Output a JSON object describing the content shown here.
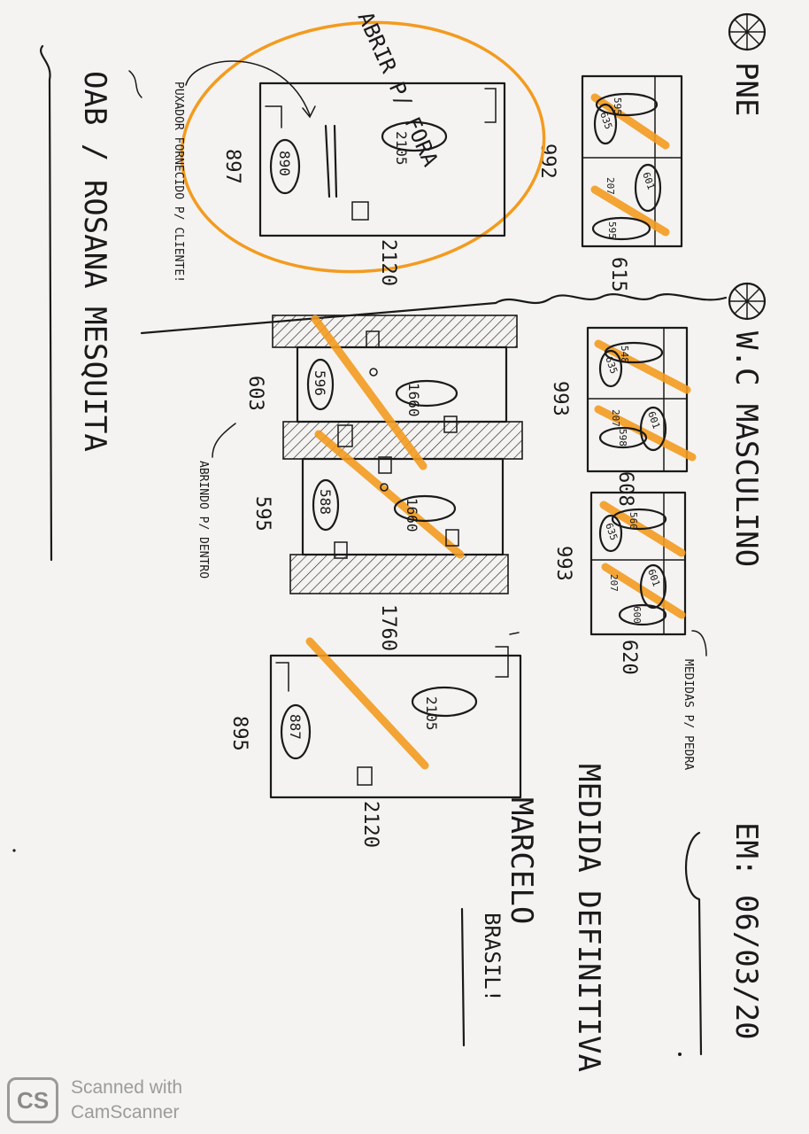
{
  "header": {
    "pne_label": "PNE",
    "wc_label": "W.C MASCULINO",
    "date": "EM: 06/03/20",
    "client": "OAB / ROSANA MESQUITA"
  },
  "pne_section": {
    "small_plan": {
      "width": "615",
      "height": "992",
      "cells": [
        "635",
        "595",
        "601",
        "207",
        "595"
      ]
    },
    "large_plan": {
      "width": "2120",
      "height": "897",
      "inner_ellipse_a": "2105",
      "inner_ellipse_b": "890",
      "note_open": "ABRIR P/ FORA",
      "note_handle": "PUXADOR FORNECIDO P/ CLIENTE!"
    }
  },
  "wc_section": {
    "stall_plan_1": {
      "width": "608",
      "height": "993",
      "cells": [
        "635",
        "548",
        "601",
        "207",
        "598"
      ]
    },
    "stall_plan_2": {
      "width": "620",
      "height": "993",
      "cells": [
        "635",
        "560",
        "601",
        "207",
        "600"
      ],
      "note_measures": "MEDIDAS P/ PEDRA"
    },
    "double_plan": {
      "width": "1760",
      "height_a": "603",
      "height_b": "595",
      "ellipse_1660_a": "1660",
      "ellipse_1660_b": "1660",
      "ellipse_596": "596",
      "ellipse_588": "588",
      "note_open_inside": "ABRINDO P/ DENTRO"
    },
    "single_plan": {
      "width": "2120",
      "height": "895",
      "ellipse_a": "2105",
      "ellipse_b": "887"
    }
  },
  "footer_notes": {
    "definitive": "MEDIDA DEFINITIVA",
    "name": "MARCELO",
    "brasil": "BRASIL!"
  },
  "watermark": {
    "logo": "CS",
    "line1": "Scanned with",
    "line2": "CamScanner"
  },
  "colors": {
    "ink": "#1a1a1a",
    "highlight": "#f39b1f",
    "paper": "#f4f3f1"
  }
}
